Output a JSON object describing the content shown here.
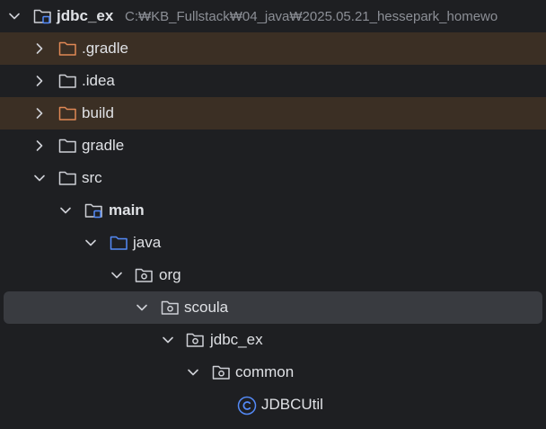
{
  "tree": {
    "root": {
      "label": "jdbc_ex",
      "path": "C:₩KB_Fullstack₩04_java₩2025.05.21_hessepark_homewo"
    },
    "items": [
      {
        "label": ".gradle"
      },
      {
        "label": ".idea"
      },
      {
        "label": "build"
      },
      {
        "label": "gradle"
      },
      {
        "label": "src"
      },
      {
        "label": "main"
      },
      {
        "label": "java"
      },
      {
        "label": "org"
      },
      {
        "label": "scoula"
      },
      {
        "label": "jdbc_ex"
      },
      {
        "label": "common"
      },
      {
        "label": "JDBCUtil"
      }
    ]
  },
  "colors": {
    "background": "#1e1f22",
    "excluded_row": "#3b2f24",
    "selected_row": "#393b40",
    "folder_default": "#ced0d6",
    "folder_excluded": "#e08855",
    "folder_source": "#548af7",
    "module_badge": "#548af7",
    "class_icon": "#548af7"
  },
  "icons": {
    "chevron_down": "chevron-down-icon",
    "chevron_right": "chevron-right-icon",
    "folder": "folder-icon",
    "module_folder": "module-folder-icon",
    "package": "package-icon",
    "class": "class-icon"
  }
}
